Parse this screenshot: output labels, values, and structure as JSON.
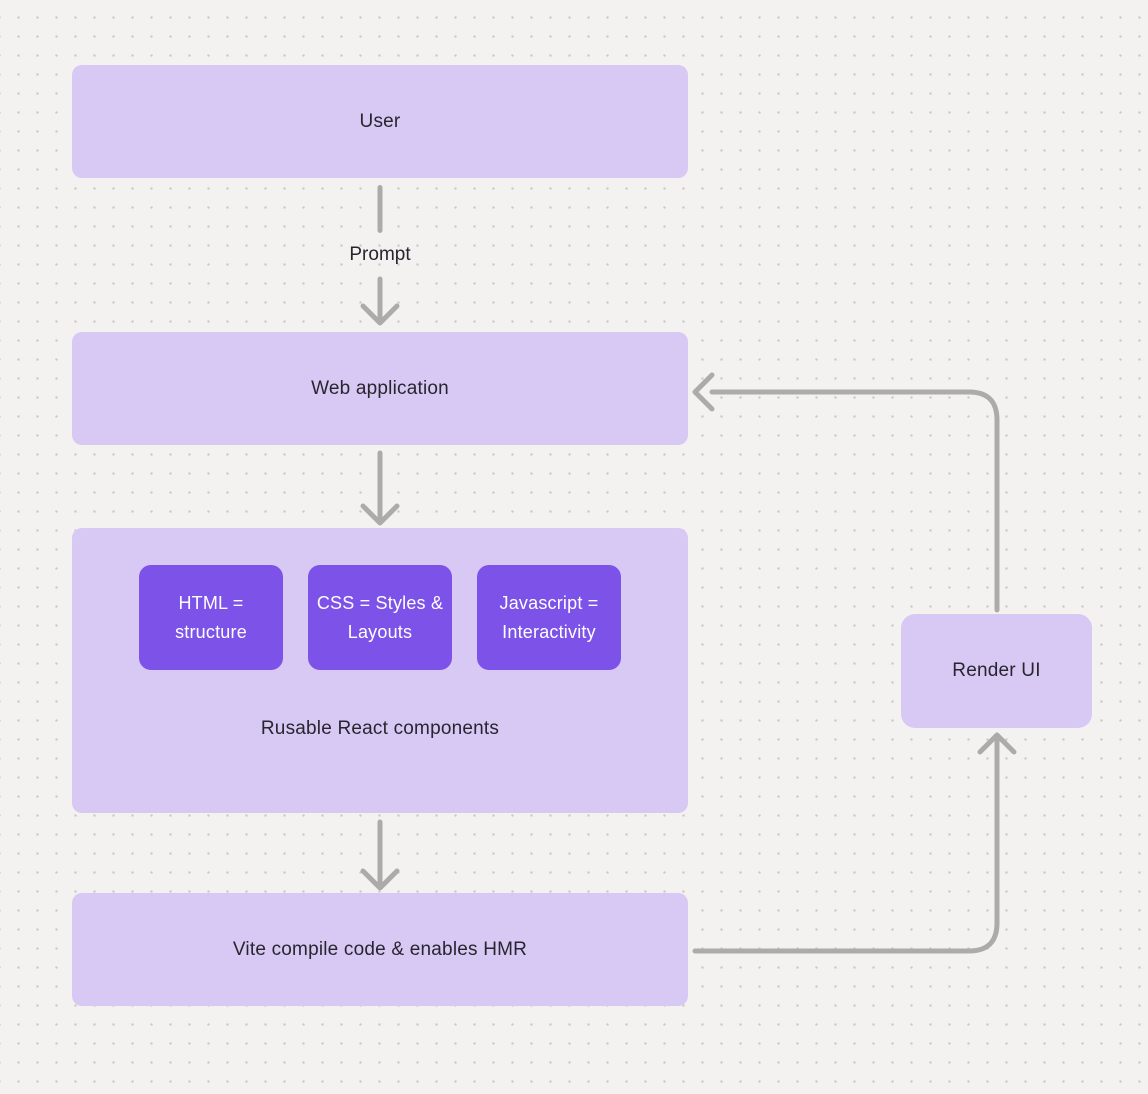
{
  "diagram": {
    "nodes": {
      "user": {
        "label": "User"
      },
      "web_application": {
        "label": "Web application"
      },
      "components_group": {
        "caption": "Rusable React components",
        "chips": [
          {
            "label": "HTML = structure"
          },
          {
            "label": "CSS = Styles & Layouts"
          },
          {
            "label": "Javascript = Interactivity"
          }
        ]
      },
      "vite": {
        "label": "Vite compile code & enables HMR"
      },
      "render_ui": {
        "label": "Render UI"
      }
    },
    "edge_labels": {
      "prompt": "Prompt"
    },
    "colors": {
      "background": "#f3f2f1",
      "dot_grid": "#c9c8c7",
      "node_fill_light": "#d7c9f4",
      "chip_fill": "#7c52e8",
      "chip_text": "#ffffff",
      "node_text": "#28252f",
      "connector": "#acabaa"
    }
  }
}
